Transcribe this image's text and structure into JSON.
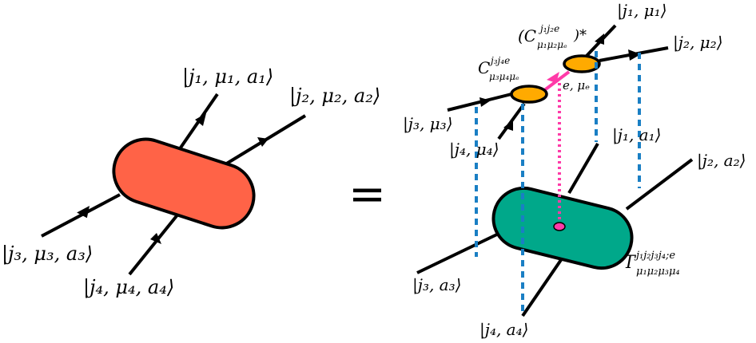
{
  "left_diagram": {
    "labels": {
      "top1": "|j₁, μ₁, a₁⟩",
      "top2": "|j₂, μ₂, a₂⟩",
      "bottom3": "|j₃, μ₃, a₃⟩",
      "bottom4": "|j₄, μ₄, a₄⟩"
    },
    "colors": {
      "tensor_fill": "#FF6347",
      "outline": "#000000"
    }
  },
  "equals_sign": "=",
  "right_diagram": {
    "upper_labels": {
      "j1mu1": "|j₁, μ₁⟩",
      "j2mu2": "|j₂, μ₂⟩",
      "j3mu3": "|j₃, μ₃⟩",
      "j4mu4": "|j₄, μ₄⟩",
      "emu": "e, μₑ"
    },
    "cg_labels": {
      "upper_main": "(C",
      "upper_sup": "j₁j₂e",
      "upper_sub": "μ₁μ₂μₑ",
      "upper_tail": ")*",
      "lower_main": "C",
      "lower_sup": "j₃j₄e",
      "lower_sub": "μ₃μ₄μₑ"
    },
    "lower_labels": {
      "j1a1": "|j₁, a₁⟩",
      "j2a2": "|j₂, a₂⟩",
      "j3a3": "|j₃, a₃⟩",
      "j4a4": "|j₄, a₄⟩"
    },
    "tensor_label": {
      "main": "T",
      "sup": "j₁j₂j₃j₄;e",
      "sub": "μ₁μ₂μ₃μ₄"
    },
    "colors": {
      "tensor_fill": "#00A88A",
      "cg_fill": "#FFAA00",
      "link_color": "#FF3AA8",
      "dashed_color": "#1A7FC4",
      "outline": "#000000"
    }
  }
}
